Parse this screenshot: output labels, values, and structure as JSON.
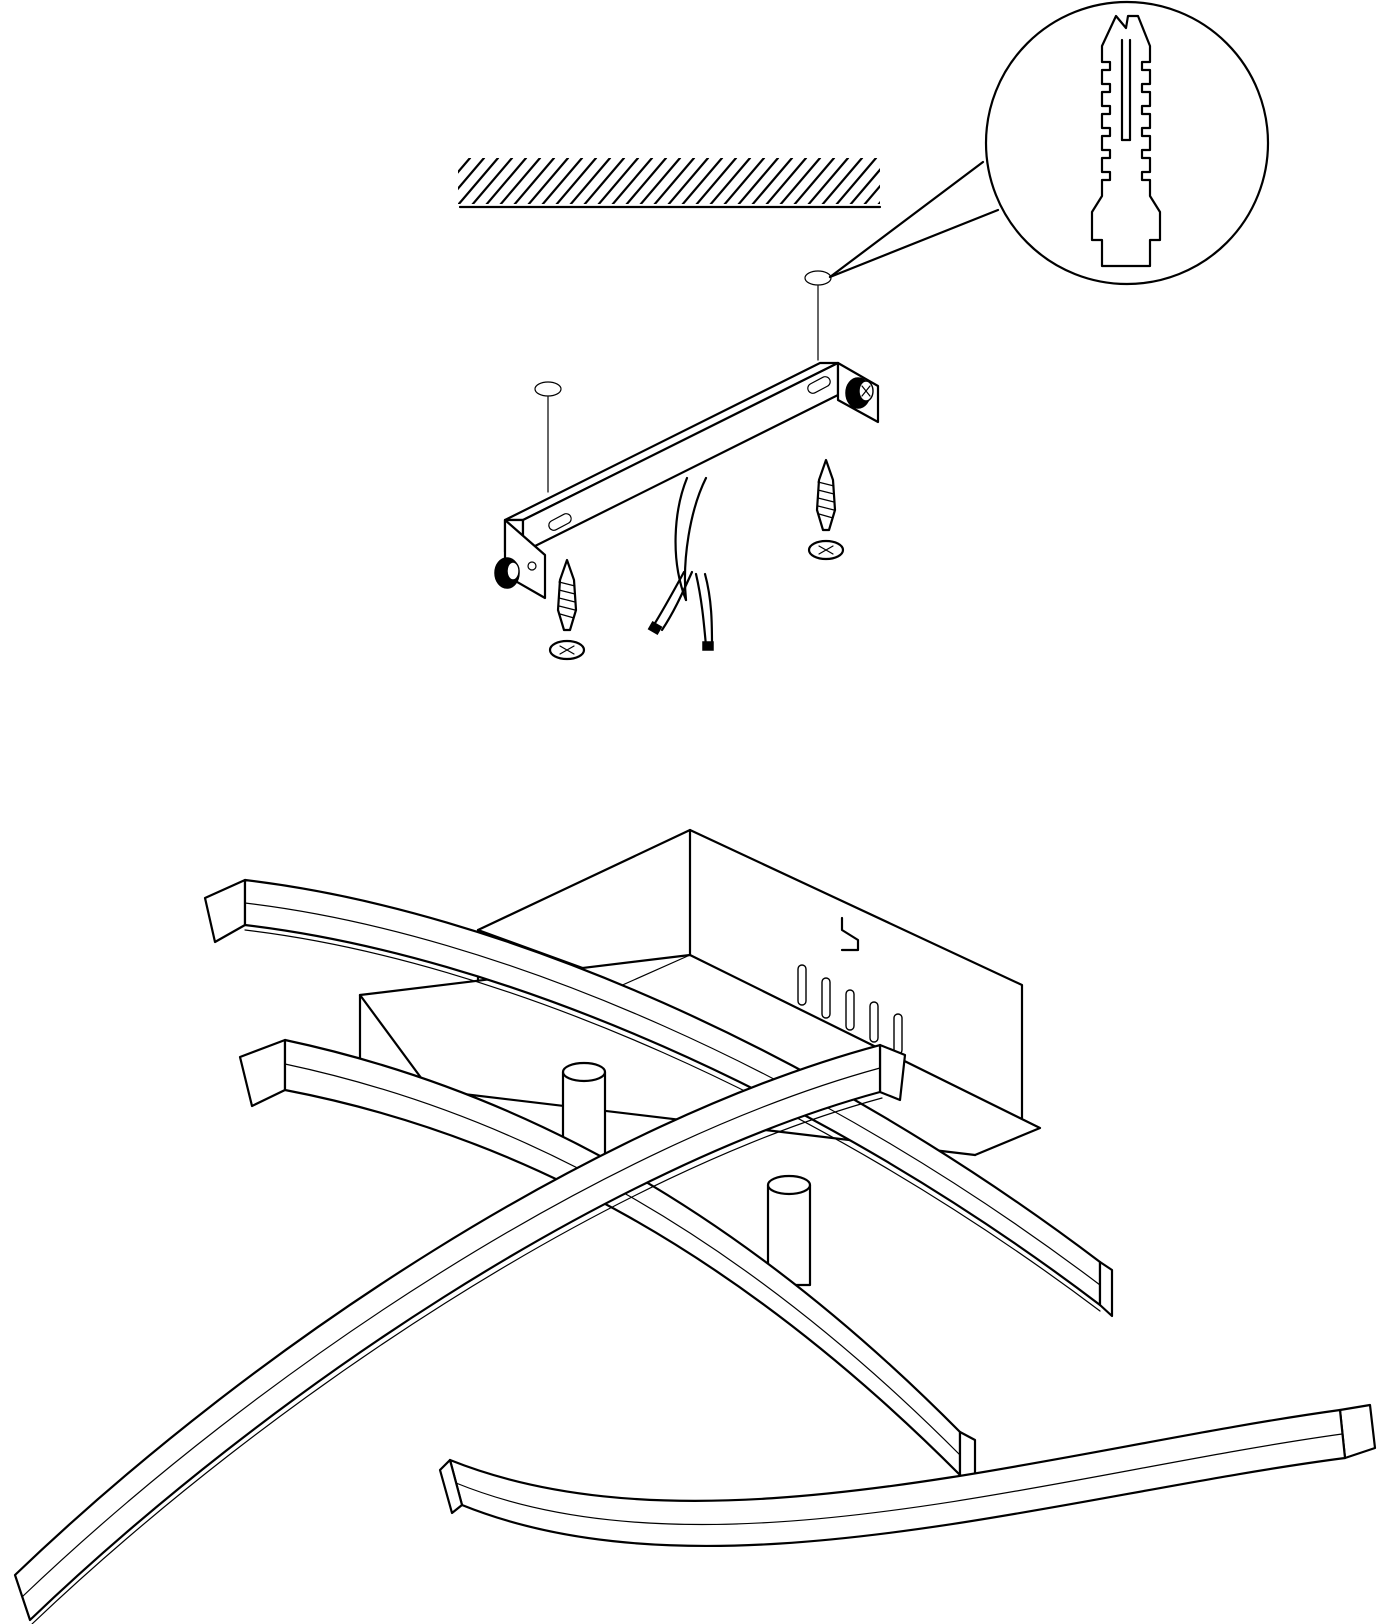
{
  "figure": {
    "kind": "assembly-instruction-illustration",
    "panels": [
      {
        "id": "mounting",
        "shows": [
          "ceiling",
          "wall-plug-detail",
          "mounting-bracket",
          "screws",
          "power-cable"
        ]
      },
      {
        "id": "fixture",
        "shows": [
          "ceiling-canopy",
          "led-arms"
        ]
      }
    ],
    "colors": {
      "ink": "#000000",
      "paper": "#ffffff"
    }
  }
}
